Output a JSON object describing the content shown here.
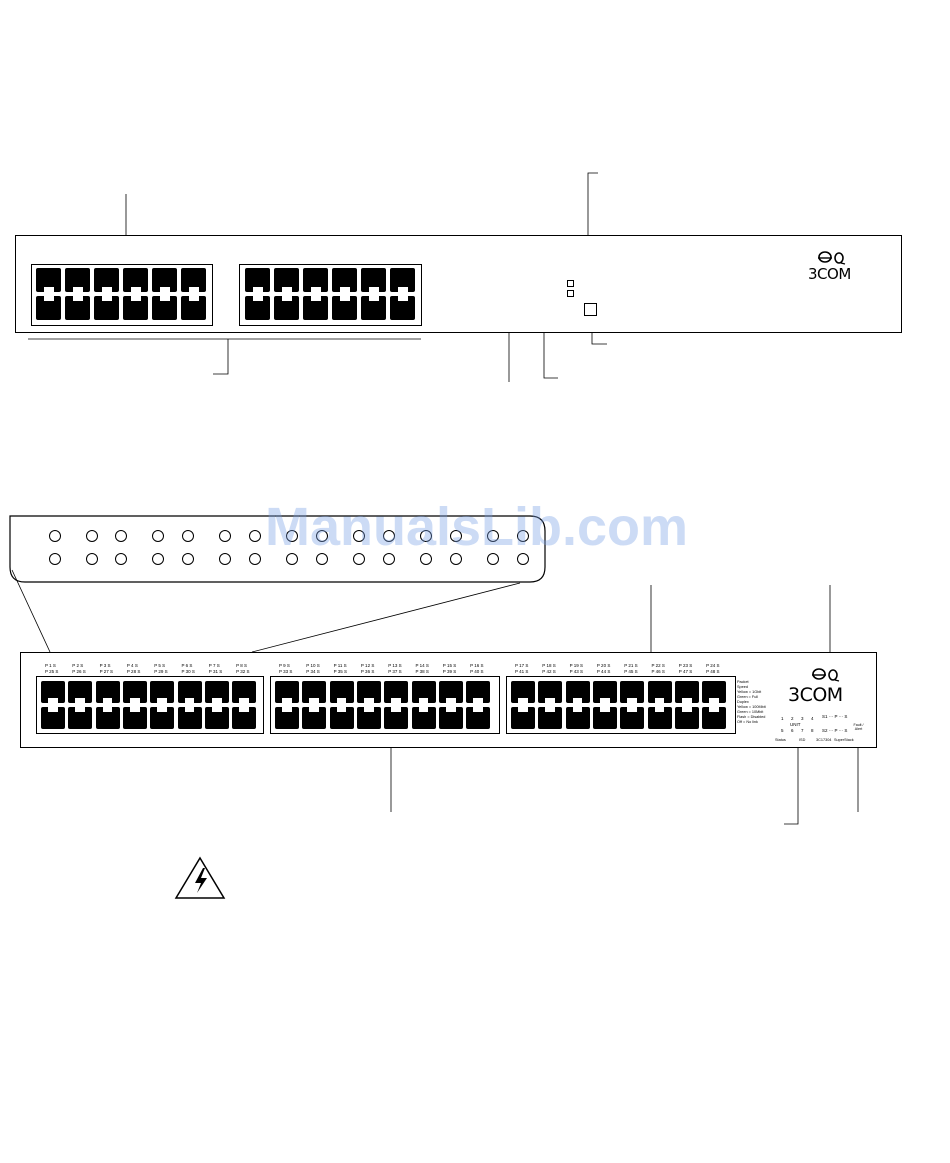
{
  "brand": {
    "name": "3COM",
    "mark_color": "#000000"
  },
  "watermark": {
    "text": "ManualsLib.com",
    "color": "#7aa0e6"
  },
  "bottom_panel": {
    "port_labels_top": [
      "P 1 S",
      "P 2 S",
      "P 3 S",
      "P 4 S",
      "P 5 S",
      "P 6 S",
      "P 7 S",
      "P 8 S",
      "P 9 S",
      "P 10 S",
      "P 11 S",
      "P 12 S",
      "P 13 S",
      "P 14 S",
      "P 15 S",
      "P 16 S",
      "P 17 S",
      "P 18 S",
      "P 19 S",
      "P 20 S",
      "P 21 S",
      "P 22 S",
      "P 23 S",
      "P 24 S"
    ],
    "port_labels_bottom": [
      "P 25 S",
      "P 26 S",
      "P 27 S",
      "P 28 S",
      "P 29 S",
      "P 30 S",
      "P 31 S",
      "P 32 S",
      "P 33 S",
      "P 34 S",
      "P 35 S",
      "P 36 S",
      "P 37 S",
      "P 38 S",
      "P 39 S",
      "P 40 S",
      "P 41 S",
      "P 42 S",
      "P 43 S",
      "P 44 S",
      "P 45 S",
      "P 46 S",
      "P 47 S",
      "P 48 S"
    ],
    "legend": [
      "Packet",
      "Speed",
      "Yellow = 1Gbit",
      "Green = Full",
      "Duplex",
      "Yellow = 100Mbit",
      "Green = 10Mbit",
      "Flash = Disabled",
      "Off = No link"
    ],
    "unit_numbers_top": [
      "1",
      "2",
      "3",
      "4"
    ],
    "unit_numbers_bottom": [
      "5",
      "6",
      "7",
      "8"
    ],
    "unit_label": "UNIT",
    "status_top": "S1 ··· P ··· S",
    "status_bottom": "S2 ··· P ··· S",
    "bottom_labels": [
      "Status",
      "ISD",
      "3C17304",
      "SuperStack"
    ],
    "corner_label": "Fault / Alert"
  }
}
